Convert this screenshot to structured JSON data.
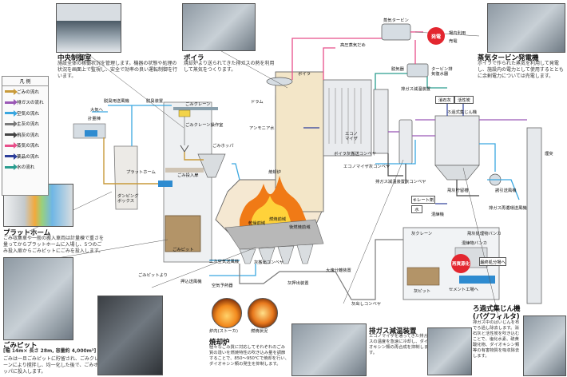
{
  "legend": {
    "title": "凡 例",
    "items": [
      {
        "label": "ごみの流れ",
        "color": "#c89a3a"
      },
      {
        "label": "排ガスの流れ",
        "color": "#9b59b6"
      },
      {
        "label": "空気の流れ",
        "color": "#3aa7e0"
      },
      {
        "label": "主灰の流れ",
        "color": "#7a7a7a"
      },
      {
        "label": "飛灰の流れ",
        "color": "#444444"
      },
      {
        "label": "蒸気の流れ",
        "color": "#e84f8a"
      },
      {
        "label": "薬品の流れ",
        "color": "#2c3e9a"
      },
      {
        "label": "水の流れ",
        "color": "#2a9d8f"
      }
    ]
  },
  "photos": {
    "control": {
      "title": "中央制御室",
      "desc": "施設全体の稼働状況を管理します。機器の状態や処理の状況を画面上で監視し、安全で効率の良い運転制御を行います。"
    },
    "boiler": {
      "title": "ボイラ",
      "desc": "焼却炉より送られてきた排ガスの熱を利用して蒸気をつくります。"
    },
    "turbine": {
      "title": "蒸気タービン発電機",
      "desc": "ボイラで作られた蒸気を利用して発電し、施設内の電力として使用するとともに余剰電力については売電します。"
    },
    "platform": {
      "title": "プラットホーム",
      "desc": "ごみ収集車や一般の搬入車両は計量棟で重さを量ってからプラットホームに入場し、5つのごみ投入扉からごみピットにごみを投入します。"
    },
    "pit": {
      "title": "ごみピット",
      "sub": "[幅 14m× 長さ 28m, 容量約 4,000m³]",
      "desc": "ごみは一旦ごみピットに貯留され、ごみクレーンにより撹拌し、均一化した後で、ごみホッパに投入します。"
    },
    "furnace": {
      "title": "焼却炉",
      "cap1": "炉内(ストーカ)",
      "cap2": "燃焼状況",
      "desc": "極々なごみ質に対応してそれぞれのごみ質の違いを燃焼特性の吹き込み量を調節することで、850～950℃で焼却を行い、ダイオキシン類の発生を抑制します。"
    },
    "gascool": {
      "title": "排ガス減温装置",
      "desc": "エコノマイザを通ってきた排ガスの温度を急速に冷却し、ダイオキシン類の再合成を抑制します。"
    },
    "bagfilter": {
      "title": "ろ過式集じん機",
      "sub": "(バグフィルタ)",
      "desc": "排ガス中のばいじんを布でろ過し除去します。消石灰と活性炭を吹き込むことで、塩化水素、硫黄酸化物、ダイオキシン類等の有害物質を吸収除去します。"
    }
  },
  "labels": {
    "exhaust_fan": "脱臭用送風機",
    "deodorizer": "脱臭装置",
    "air_in": "大気へ",
    "weigh": "計量棟",
    "crane": "ごみクレーン",
    "crane_room": "ごみクレーン操作室",
    "hopper": "ごみホッパ",
    "chute": "ごみ投入扉",
    "platform": "プラットホーム",
    "dumping": "ダンピングボックス",
    "pit": "ごみピット",
    "drum": "ドラム",
    "ammonia": "アンモニア水",
    "boiler": "ボイラ",
    "furnace": "焼却炉",
    "dry_zone": "乾燥前域",
    "burn_zone": "燃焼前域",
    "post_zone": "後燃焼前域",
    "secondary_air": "二次空気送風機",
    "conveyor": "灰搬出コンベヤ",
    "pushing": "押込送風機",
    "air_preheat": "空気予熱器",
    "from_pit": "ごみピットより",
    "ash_pit": "灰押出装置",
    "ash_out": "灰出しコンベヤ",
    "big_ash": "大塊分離装置",
    "economizer": "エコノマイザ",
    "eco_conv": "エコノマイザ灰コンベヤ",
    "boiler_conv": "ボイラ灰搬送コンベヤ",
    "cooling_conv": "排ガス減温装置灰コンベヤ",
    "gas_cooler": "排ガス減温装置",
    "high_drum": "高圧蒸気だめ",
    "steam_turbine": "蒸気タービン",
    "generator": "発電",
    "in_plant": "場内利用",
    "sell": "売電",
    "deaerator": "脱気器",
    "turbine_water": "タービン排気復水器",
    "lime": "消石灰",
    "carbon": "活性炭",
    "bag": "ろ過式集じん機",
    "flue_fan": "誘引送風機",
    "stack": "煙突",
    "recirc": "排ガス再循環送風機",
    "fly_silo": "飛灰貯留槽",
    "ash_crane": "灰クレーン",
    "ash_bin": "灰ピット",
    "reuse": "再資源化",
    "cement": "セメント工場へ",
    "landfill": "最終処分場へ",
    "kneader": "混練機",
    "chelate": "キレート剤",
    "water": "水",
    "fly_bunker": "飛灰処理物バンカ",
    "temp_bunker": "混練物バンカ"
  }
}
